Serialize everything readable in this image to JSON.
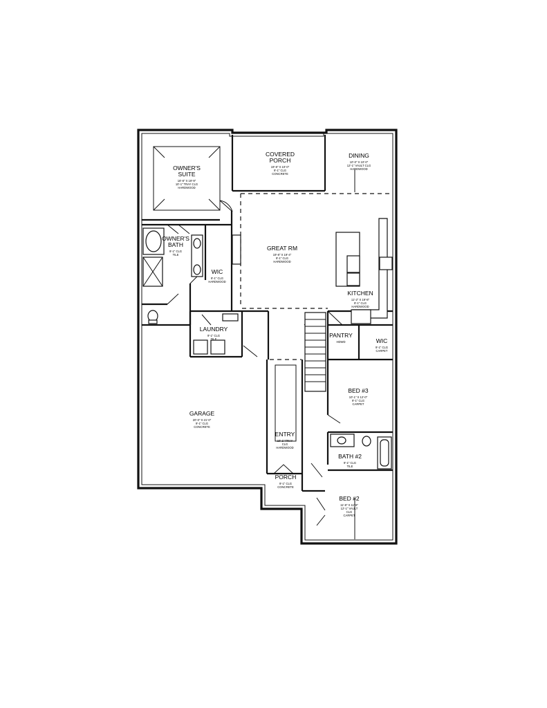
{
  "rooms": [
    {
      "id": "owners-suite",
      "name": [
        "OWNER'S",
        "SUITE"
      ],
      "details": [
        "18'-8\" X 19'-9\"",
        "10'-1\" TRAY CLG",
        "HARDWOOD"
      ]
    },
    {
      "id": "covered-porch",
      "name": [
        "COVERED",
        "PORCH"
      ],
      "details": [
        "19'-8\" X 10'-0\"",
        "9'-1\" CLG",
        "CONCRETE"
      ]
    },
    {
      "id": "dining",
      "name": [
        "DINING"
      ],
      "details": [
        "10'-0\" X 10'-0\"",
        "12'-1\" VAULT CLG",
        "HARDWOOD"
      ]
    },
    {
      "id": "owners-bath",
      "name": [
        "OWNER'S",
        "BATH"
      ],
      "details": [
        "9'-1\" CLG",
        "TILE"
      ]
    },
    {
      "id": "great-rm",
      "name": [
        "GREAT RM"
      ],
      "details": [
        "19'-8\" X 19'-4\"",
        "9'-1\" CLG",
        "HARDWOOD"
      ]
    },
    {
      "id": "wic-owner",
      "name": [
        "WIC"
      ],
      "details": [
        "9'-1\" CLG",
        "HARDWOOD"
      ]
    },
    {
      "id": "kitchen",
      "name": [
        "KITCHEN"
      ],
      "details": [
        "11'-2\" X 19'-8\"",
        "9'-1\" CLG",
        "HARDWOOD"
      ]
    },
    {
      "id": "laundry",
      "name": [
        "LAUNDRY"
      ],
      "details": [
        "9'-1\" CLG",
        "TILE"
      ]
    },
    {
      "id": "pantry",
      "name": [
        "PANTRY"
      ],
      "details": [
        "HDWD"
      ]
    },
    {
      "id": "wic-bed3",
      "name": [
        "WIC"
      ],
      "details": [
        "9'-1\" CLG",
        "CARPET"
      ]
    },
    {
      "id": "garage",
      "name": [
        "GARAGE"
      ],
      "details": [
        "20'-0\" X 21'-0\"",
        "9'-1\" CLG",
        "CONCRETE"
      ]
    },
    {
      "id": "bed-3",
      "name": [
        "BED #3"
      ],
      "details": [
        "10'-1\" X 12'-0\"",
        "9'-1\" CLG",
        "CARPET"
      ]
    },
    {
      "id": "entry",
      "name": [
        "ENTRY"
      ],
      "details": [
        "10'-1\" TRAY",
        "CLG",
        "HARDWOOD"
      ]
    },
    {
      "id": "bath-2",
      "name": [
        "BATH #2"
      ],
      "details": [
        "9'-1\" CLG",
        "TILE"
      ]
    },
    {
      "id": "porch",
      "name": [
        "PORCH"
      ],
      "details": [
        "9'-1\" CLG",
        "CONCRETE"
      ]
    },
    {
      "id": "bed-2",
      "name": [
        "BED #2"
      ],
      "details": [
        "11'-8\" X 11'-8\"",
        "12'-1\" VAULT",
        "CLG",
        "CARPET"
      ]
    }
  ]
}
